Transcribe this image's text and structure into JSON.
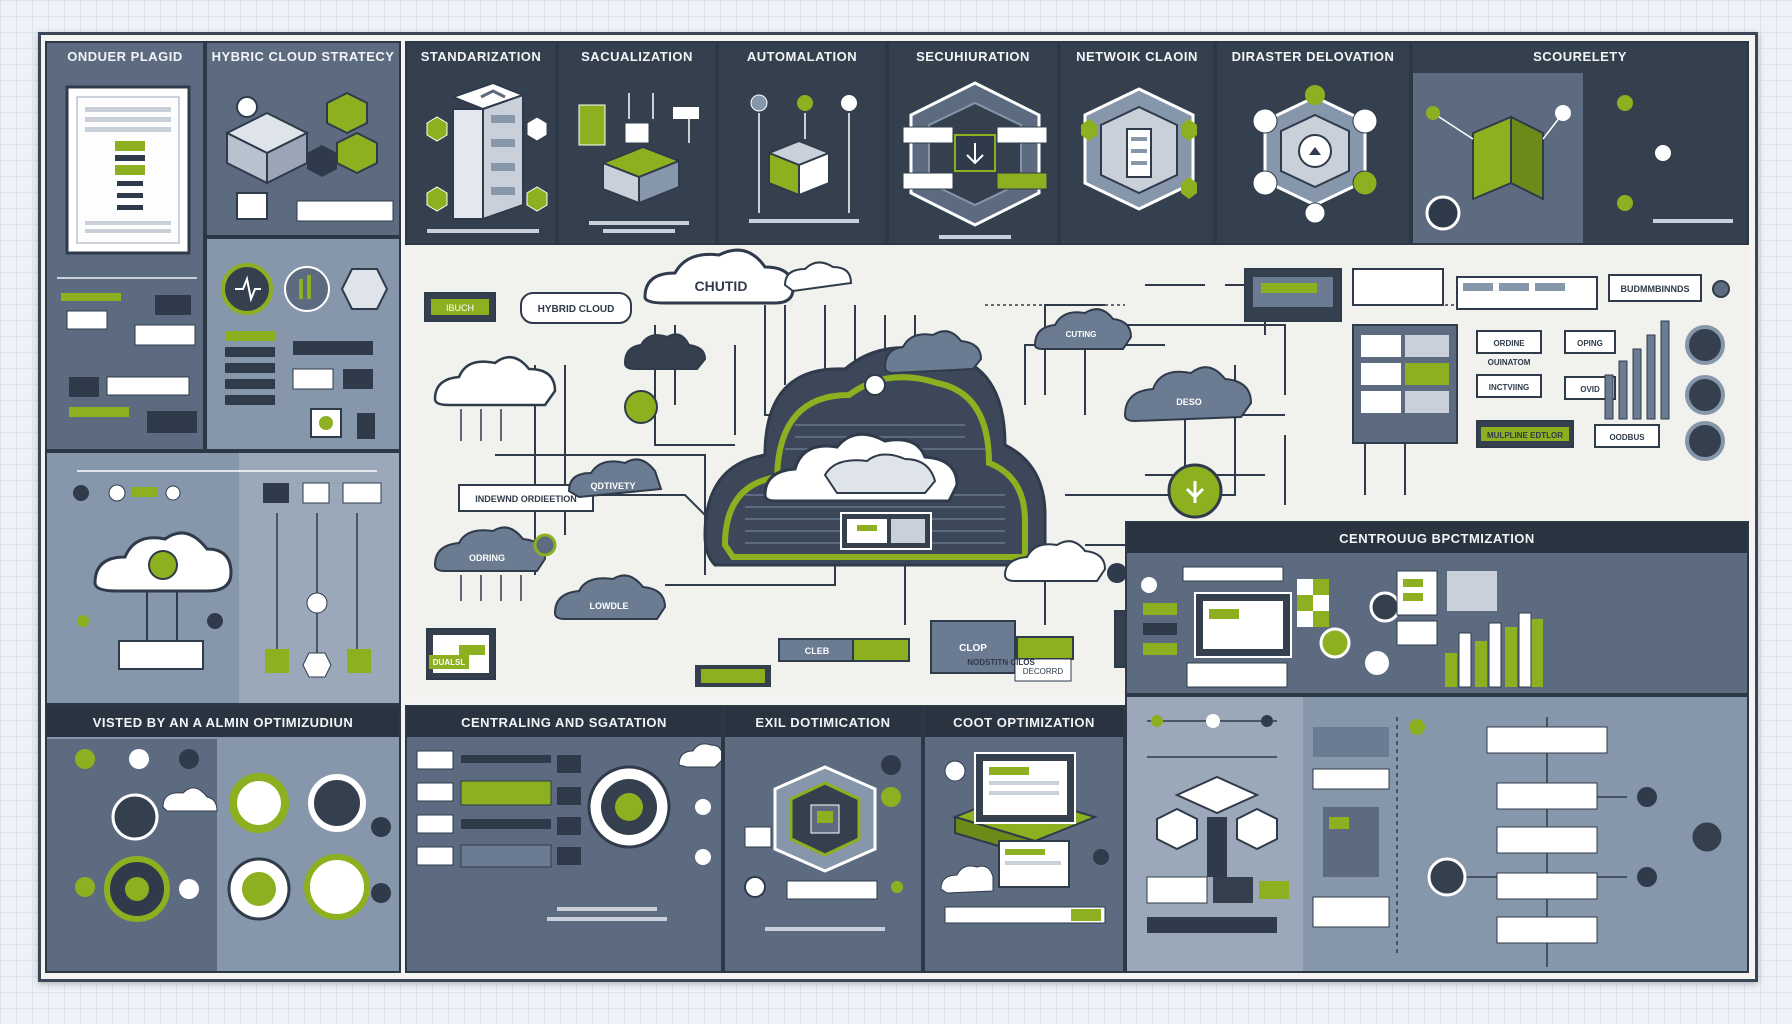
{
  "panels": {
    "p1": "ONDUER PLAGID",
    "p2": "HYBRIC CLOUD STRATECY",
    "p3": "STANDARIZATION",
    "p4": "SACUALIZATION",
    "p5": "AUTOMALATION",
    "p6": "SECUHIURATION",
    "p7": "NETWOIK CLAOIN",
    "p8": "DIRASTER DELOVATION",
    "p9": "SCOURELETY",
    "p10": "VISTED BY AN A ALMIN OPTIMIZUDIUN",
    "p11": "CENTRALING AND SGATATION",
    "p12": "EXIL DOTIMICATION",
    "p13": "COOT OPTIMIZATION",
    "p14": "CENTROUUG BPCTMIZATION"
  },
  "center": {
    "top_cloud": "CHUTID",
    "hybrid": "HYBRID CLOUD",
    "ibuch": "IBUCH",
    "qdtivety": "QDTIVETY",
    "odring": "ODRING",
    "lowdle": "LOWDLE",
    "clop": "CLOP",
    "cleb": "CLEB",
    "desc": "DESO",
    "decorrd": "DECORRD",
    "ordine": "ORDINE",
    "oping": "OPING",
    "inctviing": "INCTVIING",
    "ovid": "OVID",
    "ouinatom": "OUINATOM",
    "oodbus": "OODBUS",
    "infoline": "INDEWND ORDIEETION",
    "mulpline": "MULPLINE EDTLOR",
    "budmmbinnds": "BUDMMBINNDS",
    "dualsl": "DUALSL",
    "cuting": "CUTING",
    "nodstitn": "NODSTITN CILOS"
  },
  "colors": {
    "accent": "#8cb020",
    "dark": "#35404f",
    "mid": "#5c6b80",
    "light": "#8696ab",
    "line": "#2f3b4a"
  }
}
